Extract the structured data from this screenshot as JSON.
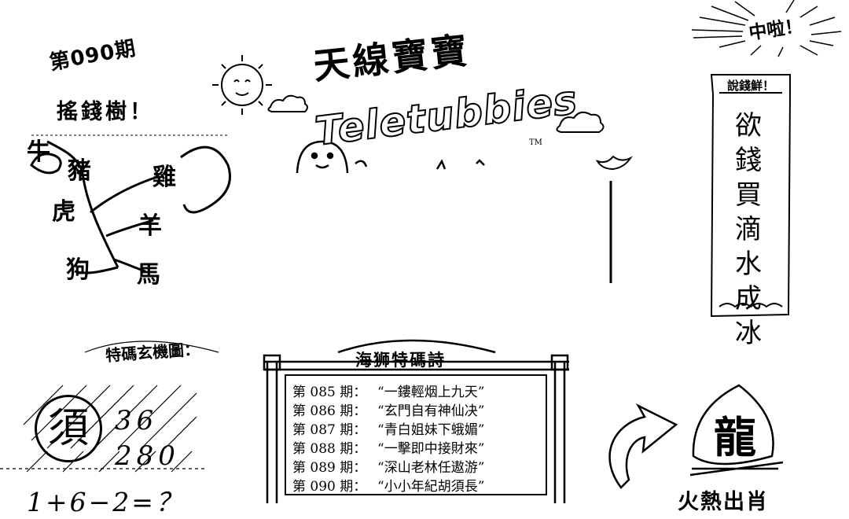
{
  "issue": "第090期",
  "tree": {
    "title": "搖錢樹！",
    "labels": [
      "牛",
      "豬",
      "雞",
      "虎",
      "羊",
      "狗",
      "馬"
    ]
  },
  "brand": {
    "chinese": "天線寶寶",
    "english": "Teletubbies",
    "tm": "TM"
  },
  "badge": "中啦！",
  "scroll": {
    "header": "說錢鮮！",
    "text": "欲錢買滴水成冰"
  },
  "special_number_machine": {
    "title": "特碼玄機圖：",
    "character": "須",
    "numbers": [
      "36",
      "280"
    ],
    "equation": "1+6−2=？"
  },
  "poem": {
    "title": "海狮特碼詩",
    "rows": [
      {
        "period": "第 085 期：",
        "text": "“一鏤輕烟上九天”"
      },
      {
        "period": "第 086 期：",
        "text": "“玄門自有神仙决”"
      },
      {
        "period": "第 087 期：",
        "text": "“青白姐妹下蛾媚”"
      },
      {
        "period": "第 088 期：",
        "text": "“一擊即中接財來”"
      },
      {
        "period": "第 089 期：",
        "text": "“深山老林任遨游”"
      },
      {
        "period": "第 090 期：",
        "text": "“小小年紀胡須長”"
      }
    ]
  },
  "dragon": {
    "character": "龍",
    "label": "火熱出肖"
  }
}
